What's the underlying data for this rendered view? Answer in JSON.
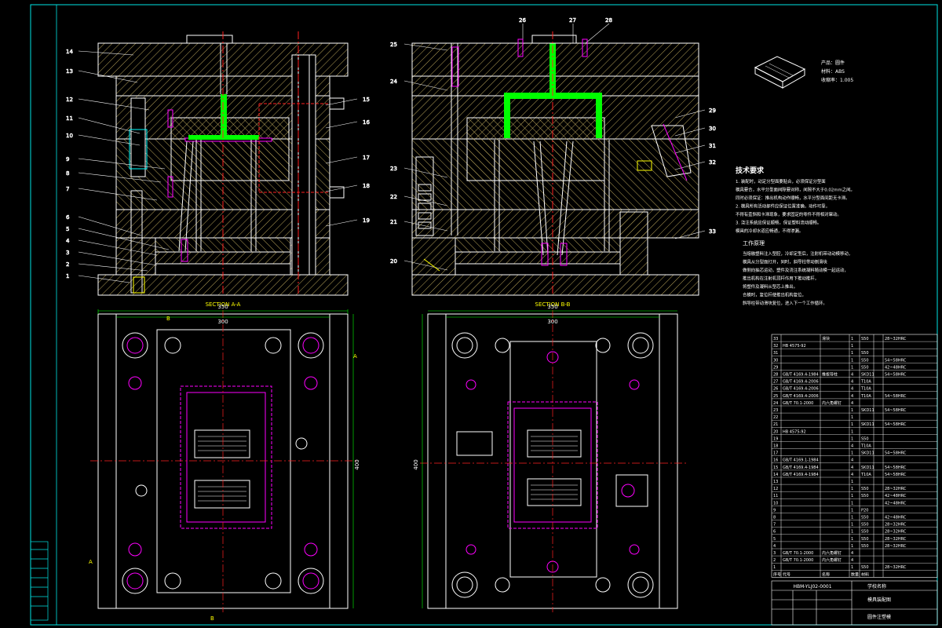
{
  "colors": {
    "background": "#000000",
    "frame": "#00e5e5",
    "outline": "#ffffff",
    "hatch": "#c8b460",
    "green_runner": "#00ff00",
    "magenta": "#ff00ff",
    "red": "#ff2020",
    "yellow": "#ffff00",
    "cyan": "#00ffff"
  },
  "section_labels": [
    "SECTION A-A",
    "SECTION B-B"
  ],
  "callouts_left": [
    "14",
    "13",
    "12",
    "11",
    "10",
    "9",
    "8",
    "7",
    "6",
    "5",
    "4",
    "3",
    "2",
    "1"
  ],
  "callouts_left_right": [
    "15",
    "16",
    "17",
    "18",
    "19"
  ],
  "callouts_mid_top": [
    "26",
    "27",
    "28"
  ],
  "callouts_mid_left": [
    "25",
    "24",
    "23",
    "22",
    "21",
    "20"
  ],
  "callouts_mid_right": [
    "29",
    "30",
    "31",
    "32",
    "33"
  ],
  "dims": {
    "left_350": "350",
    "left_300": "300",
    "left_400": "400",
    "mid_350": "350",
    "mid_300": "300",
    "mid_400": "400",
    "A_top": "A",
    "A_bottom": "A",
    "B_top": "B",
    "B_bottom": "B"
  },
  "product_info": {
    "name": "产品：圆件",
    "material": "材料：ABS",
    "shrink": "收缩率：1.005"
  },
  "tech_req": {
    "title": "技术要求",
    "lines": [
      "1. 装配时，动定分型面要贴合，必须保证分型面",
      "   模具要合，水平分型面间隙要对称，间隙不大于0.02mm之间。",
      "   同时必须保证：推出机构动作顺畅，水平分型面间距无卡滞。",
      "2. 模具所有活动部件应保证位置准确，动作可靠，",
      "   不得有歪斜和卡滞现象，要求固定的零件不得相对窜动。",
      "3. 浇注系统应保证顺畅，保证塑料流动顺畅。",
      "   模具的冷却水道应畅通，不得渗漏。"
    ]
  },
  "work_principle": {
    "title": "工作原理",
    "lines": [
      "当熔融塑料注入型腔，冷却定型后，注射机带动动模移动，",
      "模具从分型面打开，同时，斜导柱带动侧滑块",
      "做侧向抽芯运动，塑件及浇注系统凝料随动模一起运动，",
      "推出机构在注射机顶杆作用下推动推杆，",
      "将塑件及凝料从型芯上推出。",
      "合模时，复位杆使推出机构复位，",
      "斜导柱带动滑块复位，进入下一个工作循环。"
    ]
  },
  "bom_rows": [
    [
      "33",
      "",
      "滑块",
      "1",
      "S50",
      "",
      "28~32HRC"
    ],
    [
      "32",
      "HB 4575-92",
      "",
      "1",
      "",
      "",
      ""
    ],
    [
      "31",
      "",
      "",
      "1",
      "S50",
      "",
      ""
    ],
    [
      "30",
      "",
      "",
      "1",
      "S50",
      "",
      "54~58HRC"
    ],
    [
      "29",
      "",
      "",
      "1",
      "S50",
      "",
      "42~48HRC"
    ],
    [
      "28",
      "GB/T 4169.4-1984",
      "推板导柱",
      "4",
      "SKD11",
      "",
      "54~58HRC"
    ],
    [
      "27",
      "GB/T 4169.4-2006",
      "",
      "4",
      "T10A",
      "",
      ""
    ],
    [
      "26",
      "GB/T 4169.4-2006",
      "",
      "4",
      "T10A",
      "",
      ""
    ],
    [
      "25",
      "GB/T 4169.4-2006",
      "",
      "4",
      "T10A",
      "",
      "54~58HRC"
    ],
    [
      "24",
      "GB/T 70.1-2000",
      "内六角螺钉",
      "4",
      "",
      "",
      ""
    ],
    [
      "23",
      "",
      "",
      "1",
      "SKD11",
      "",
      "54~58HRC"
    ],
    [
      "22",
      "",
      "",
      "1",
      "",
      "",
      ""
    ],
    [
      "21",
      "",
      "",
      "1",
      "SKD11",
      "",
      "54~58HRC"
    ],
    [
      "20",
      "HB 4575-92",
      "",
      "1",
      "",
      "",
      ""
    ],
    [
      "19",
      "",
      "",
      "1",
      "S50",
      "",
      ""
    ],
    [
      "18",
      "",
      "",
      "4",
      "T10A",
      "",
      ""
    ],
    [
      "17",
      "",
      "",
      "1",
      "SKD11",
      "",
      "54~58HRC"
    ],
    [
      "16",
      "GB/T 4169.1-1984",
      "",
      "4",
      "",
      "",
      ""
    ],
    [
      "15",
      "GB/T 4169.4-1984",
      "",
      "4",
      "SKD11",
      "",
      "54~58HRC"
    ],
    [
      "14",
      "GB/T 4169.4-1984",
      "",
      "4",
      "T10A",
      "",
      "54~58HRC"
    ],
    [
      "13",
      "",
      "",
      "1",
      "",
      "",
      ""
    ],
    [
      "12",
      "",
      "",
      "1",
      "S50",
      "",
      "28~32HRC"
    ],
    [
      "11",
      "",
      "",
      "1",
      "S50",
      "",
      "42~48HRC"
    ],
    [
      "10",
      "",
      "",
      "1",
      "",
      "",
      "42~48HRC"
    ],
    [
      "9",
      "",
      "",
      "1",
      "P20",
      "",
      ""
    ],
    [
      "8",
      "",
      "",
      "1",
      "S50",
      "",
      "42~48HRC"
    ],
    [
      "7",
      "",
      "",
      "1",
      "S50",
      "",
      "28~32HRC"
    ],
    [
      "6",
      "",
      "",
      "1",
      "S50",
      "",
      "28~32HRC"
    ],
    [
      "5",
      "",
      "",
      "1",
      "S50",
      "",
      "28~32HRC"
    ],
    [
      "4",
      "",
      "",
      "1",
      "S50",
      "",
      "28~32HRC"
    ],
    [
      "3",
      "GB/T 70.1-2000",
      "内六角螺钉",
      "4",
      "",
      "",
      ""
    ],
    [
      "2",
      "GB/T 70.1-2000",
      "内六角螺钉",
      "4",
      "",
      "",
      ""
    ],
    [
      "1",
      "",
      "",
      "1",
      "S50",
      "",
      "28~32HRC"
    ]
  ],
  "bom_header": [
    "序号",
    "代号",
    "名称",
    "数量",
    "材料",
    "",
    ""
  ],
  "title_block": {
    "drawing_no": "HBM-YLJ02-0001",
    "school": "学校名称",
    "title_drawing": "模具装配图",
    "subtitle": "圆件注塑模"
  }
}
